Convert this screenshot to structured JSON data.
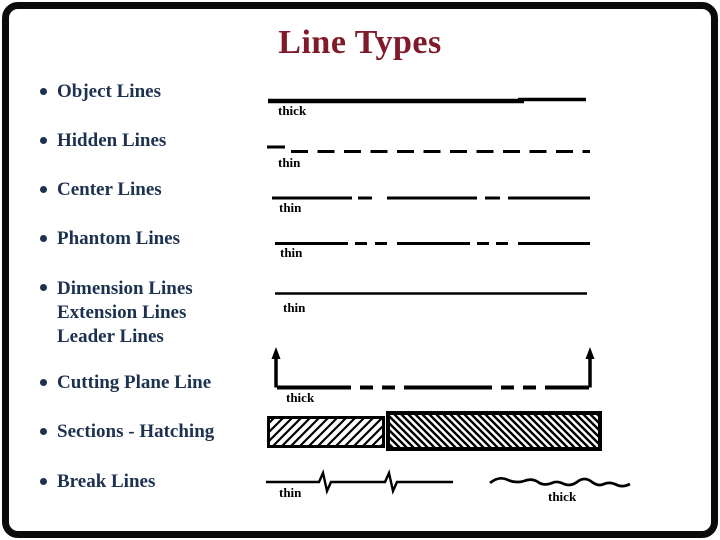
{
  "title": "Line Types",
  "colors": {
    "title": "#801a2b",
    "bullet_text": "#1d3150",
    "line": "#000000",
    "frame": "#0a0a0a",
    "background": "#ffffff"
  },
  "bullets": [
    {
      "id": "object-lines",
      "label": "Object Lines"
    },
    {
      "id": "hidden-lines",
      "label": "Hidden Lines"
    },
    {
      "id": "center-lines",
      "label": "Center Lines"
    },
    {
      "id": "phantom-lines",
      "label": "Phantom Lines"
    },
    {
      "id": "dimension-lines",
      "lines": [
        "Dimension Lines",
        "Extension Lines",
        "Leader Lines"
      ]
    },
    {
      "id": "cutting-plane-line",
      "label": "Cutting Plane Line"
    },
    {
      "id": "sections-hatching",
      "label": "Sections - Hatching"
    },
    {
      "id": "break-lines",
      "label": "Break Lines"
    }
  ],
  "examples": {
    "object": {
      "type": "continuous-thick",
      "weight_label": "thick"
    },
    "hidden": {
      "type": "dashed",
      "weight_label": "thin"
    },
    "center": {
      "type": "center-line",
      "weight_label": "thin"
    },
    "phantom": {
      "type": "phantom-line",
      "weight_label": "thin"
    },
    "dimension": {
      "type": "continuous-thin",
      "weight_label": "thin"
    },
    "cutting": {
      "type": "cutting-plane-arrows",
      "weight_label": "thick"
    },
    "break_thin": {
      "type": "break-zigzag",
      "weight_label": "thin"
    },
    "break_thick": {
      "type": "break-wavy",
      "weight_label": "thick"
    }
  }
}
